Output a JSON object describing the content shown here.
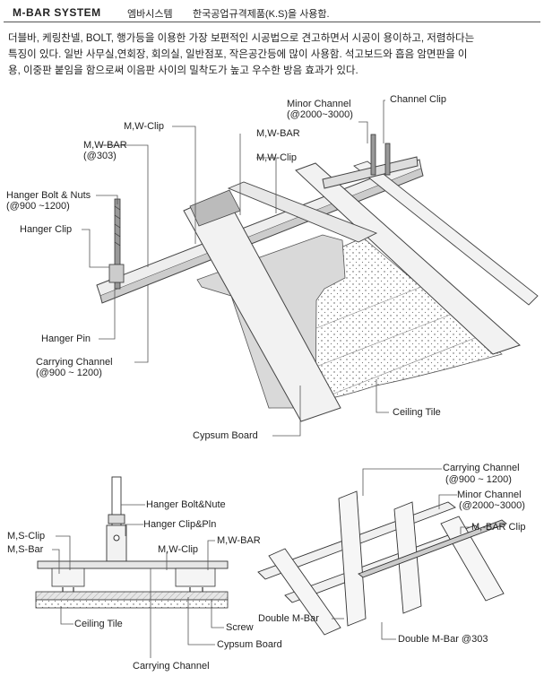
{
  "header": {
    "title": "M-BAR SYSTEM",
    "subtitle": "엠바시스템",
    "ks_note": "한국공업규격제품(K.S)을 사용함."
  },
  "description": [
    "더블바, 케링찬넬, BOLT, 행가등을 이용한 가장 보편적인 시공법으로 견고하면서 시공이 용이하고, 저렴하다는",
    "특징이 있다. 일반 사무실,연회장, 회의실, 일반점포, 작은공간등에 많이 사용함. 석고보드와 흡음 암면판을 이",
    "용, 이중판 붙임을 함으로써 이음판 사이의 밀착도가 높고 우수한 방음 효과가 있다."
  ],
  "main_diagram": {
    "labels": {
      "minor_channel": "Minor Channel",
      "minor_channel_spacing": "(@2000~3000)",
      "channel_clip": "Channel Clip",
      "mw_clip_top": "M,W-Clip",
      "mw_bar_left": "M,W-BAR",
      "mw_bar_left_spacing": "(@303)",
      "mw_bar_mid": "M,W-BAR",
      "mw_clip_mid": "M,W-Clip",
      "hanger_bolt": "Hanger Bolt & Nuts",
      "hanger_bolt_spacing": "(@900 ~1200)",
      "hanger_clip": "Hanger Clip",
      "hanger_pin": "Hanger Pin",
      "carrying_channel": "Carrying Channel",
      "carrying_channel_spacing": "(@900 ~ 1200)",
      "ceiling_tile": "Ceiling Tile",
      "gypsum_board": "Cypsum Board"
    }
  },
  "section_diagram": {
    "labels": {
      "hanger_bolt_nute": "Hanger Bolt&Nute",
      "hanger_clip_pin": "Hanger Clip&Pln",
      "ms_clip": "M,S-Clip",
      "ms_bar": "M,S-Bar",
      "mw_clip": "M,W-Clip",
      "mw_bar": "M,W-BAR",
      "ceiling_tile": "Ceiling Tile",
      "screw": "Screw",
      "gypsum_board": "Cypsum Board",
      "carrying_channel": "Carrying Channel"
    }
  },
  "grid_diagram": {
    "labels": {
      "carrying_channel": "Carrying Channel",
      "carrying_channel_spacing": "(@900 ~ 1200)",
      "minor_channel": "Minor Channel",
      "minor_channel_spacing": "(@2000~3000)",
      "mbar_clip": "M,-BAR Clip",
      "double_mbar": "Double M-Bar",
      "double_mbar_spacing": "Double M-Bar @303"
    }
  }
}
